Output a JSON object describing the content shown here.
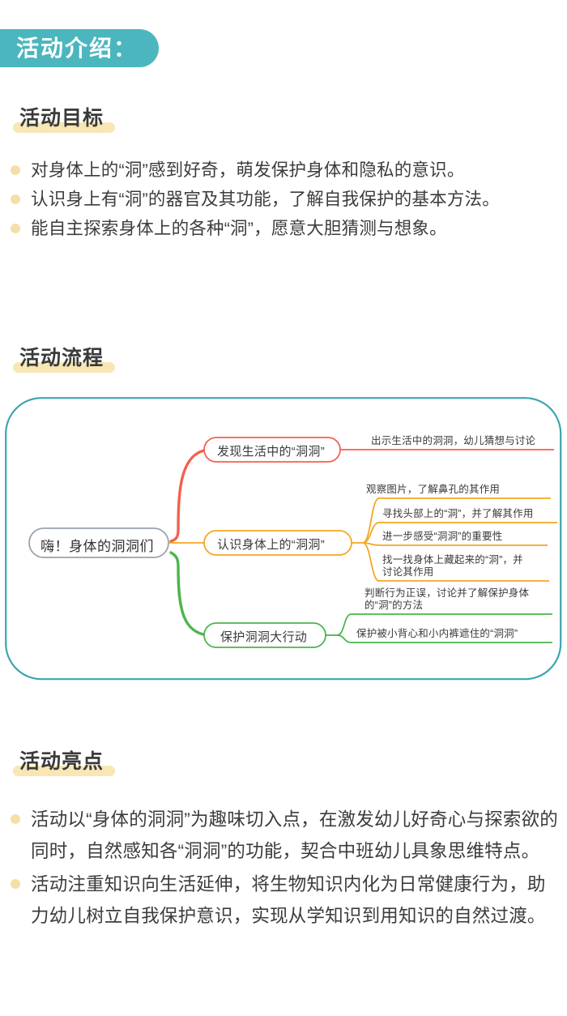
{
  "header": {
    "badge_label": "活动介绍："
  },
  "sections": {
    "goals": {
      "heading": "活动目标",
      "bullets": [
        "对身体上的“洞”感到好奇，萌发保护身体和隐私的意识。",
        "认识身上有“洞”的器官及其功能，了解自我保护的基本方法。",
        "能自主探索身体上的各种“洞”，愿意大胆猜测与想象。"
      ]
    },
    "flow": {
      "heading": "活动流程"
    },
    "highlights": {
      "heading": "活动亮点",
      "bullets": [
        "活动以“身体的洞洞”为趣味切入点，在激发幼儿好奇心与探索欲的同时，自然感知各“洞洞”的功能，契合中班幼儿具象思维特点。",
        "活动注重知识向生活延伸，将生物知识内化为日常健康行为，助力幼儿树立自我保护意识，实现从学知识到用知识的自然过渡。"
      ]
    }
  },
  "mindmap": {
    "root": "嗨！身体的洞洞们",
    "branches": [
      {
        "label": "发现生活中的“洞洞”",
        "color": "#f4604e",
        "leaves": [
          "出示生活中的洞洞，幼儿猜想与讨论"
        ]
      },
      {
        "label": "认识身体上的“洞洞”",
        "color": "#f5a623",
        "leaves": [
          "观察图片，了解鼻孔的其作用",
          "寻找头部上的“洞”，并了解其作用",
          "进一步感受“洞洞”的重要性",
          "找一找身体上藏起来的“洞”，并讨论其作用"
        ]
      },
      {
        "label": "保护洞洞大行动",
        "color": "#4cb54c",
        "leaves": [
          "判断行为正误，讨论并了解保护身体的“洞”的方法",
          "保护被小背心和小内裤遮住的“洞洞”"
        ]
      }
    ],
    "frame_color": "#3aa6ae",
    "root_border_color": "#9aa3ad"
  }
}
